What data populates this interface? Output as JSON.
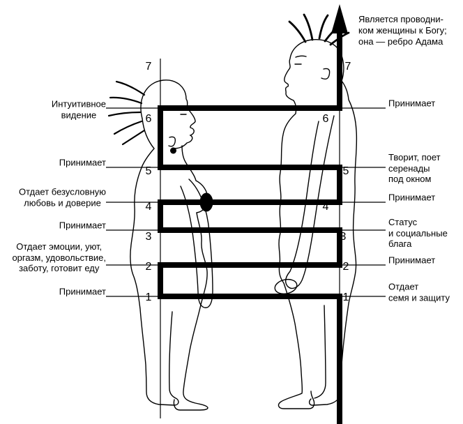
{
  "diagram": {
    "top_note": "Является проводни-\nком женщины к Богу;\nона — ребро Адама",
    "left_labels": [
      {
        "level": 6,
        "text": "Интуитивное\nвидение"
      },
      {
        "level": 5,
        "text": "Принимает"
      },
      {
        "level": 4,
        "text": "Отдает безусловную\nлюбовь и доверие"
      },
      {
        "level": 3,
        "text": "Принимает"
      },
      {
        "level": 2,
        "text": "Отдает эмоции, уют,\nоргазм, удовольствие,\nзаботу, готовит еду"
      },
      {
        "level": 1,
        "text": "Принимает"
      }
    ],
    "right_labels": [
      {
        "level": 6,
        "text": "Принимает"
      },
      {
        "level": 5,
        "text": "Творит, поет\nсеренады\nпод окном"
      },
      {
        "level": 4,
        "text": "Принимает"
      },
      {
        "level": 3,
        "text": "Статус\nи социальные\nблага"
      },
      {
        "level": 2,
        "text": "Принимает"
      },
      {
        "level": 1,
        "text": "Отдает\nсемя и защиту"
      }
    ],
    "numbers_left": [
      "7",
      "6",
      "5",
      "4",
      "3",
      "2",
      "1"
    ],
    "numbers_right": [
      "7",
      "6",
      "5",
      "4",
      "3",
      "2",
      "1"
    ],
    "colors": {
      "ink": "#000000",
      "background": "#ffffff"
    }
  }
}
